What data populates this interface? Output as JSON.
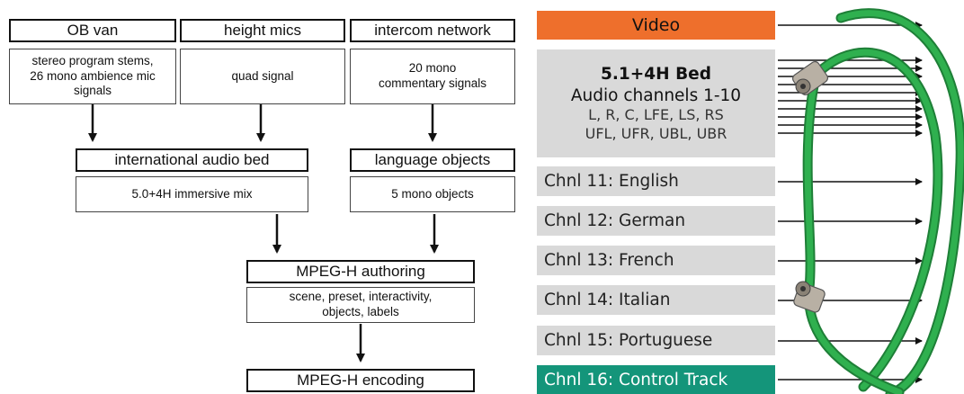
{
  "flow": {
    "ob_van": {
      "title": "OB van",
      "detail": [
        "stereo program stems,",
        "26 mono ambience mic",
        "signals"
      ]
    },
    "height_mics": {
      "title": "height mics",
      "detail": [
        "quad signal"
      ]
    },
    "intercom": {
      "title": "intercom network",
      "detail": [
        "20 mono",
        "commentary signals"
      ]
    },
    "audio_bed": {
      "title": "international audio bed",
      "detail": [
        "5.0+4H immersive mix"
      ]
    },
    "lang_objects": {
      "title": "language objects",
      "detail": [
        "5 mono objects"
      ]
    },
    "authoring": {
      "title": "MPEG-H authoring",
      "detail": [
        "scene, preset, interactivity,",
        "objects, labels"
      ]
    },
    "encoding": {
      "title": "MPEG-H encoding"
    }
  },
  "channels": {
    "video": "Video",
    "bed": {
      "title": "5.1+4H Bed",
      "subtitle": "Audio channels 1-10",
      "line1": "L, R, C, LFE, LS, RS",
      "line2": "UFL, UFR, UBL, UBR"
    },
    "list": [
      "Chnl 11: English",
      "Chnl 12: German",
      "Chnl 13: French",
      "Chnl 14: Italian",
      "Chnl 15: Portuguese"
    ],
    "control": "Chnl 16: Control Track"
  },
  "colors": {
    "video": "#ee6f2c",
    "control": "#14957a",
    "channel_bg": "#d9d9d9",
    "cable": "#27a84a"
  }
}
